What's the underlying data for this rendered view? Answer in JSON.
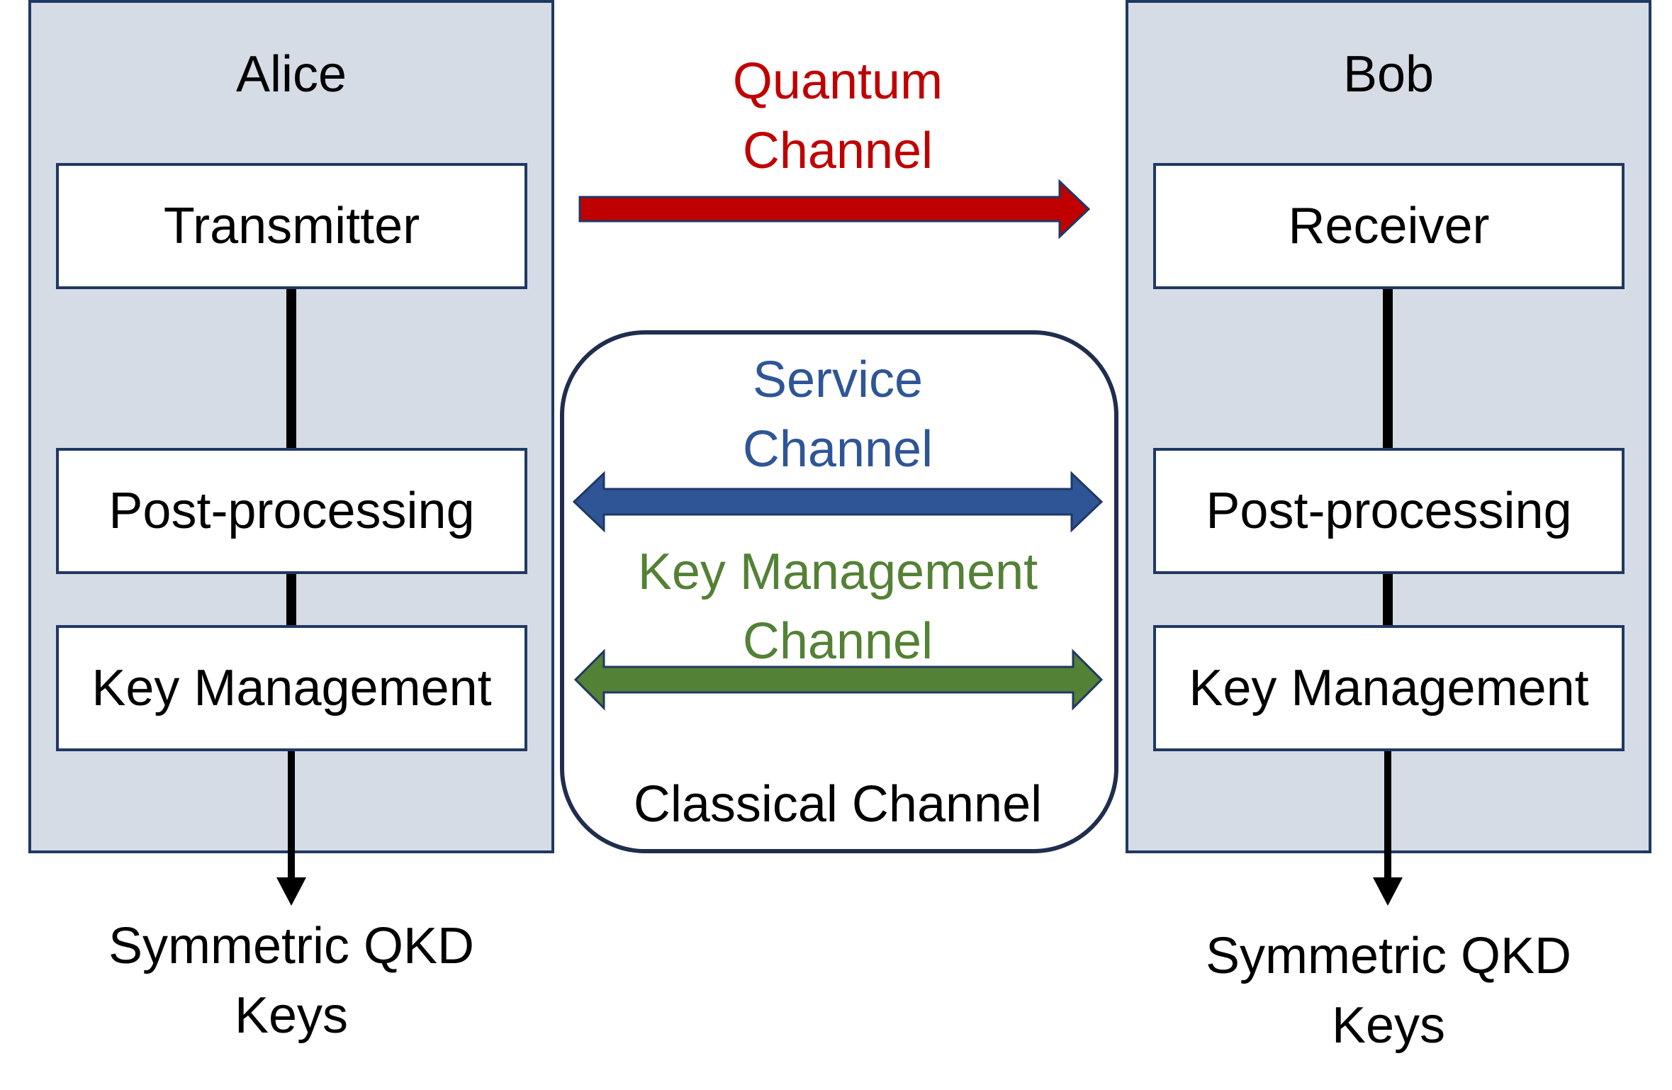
{
  "alice": {
    "title": "Alice",
    "transmitter": "Transmitter",
    "post_processing": "Post-processing",
    "key_management": "Key Management",
    "output_line1": "Symmetric QKD",
    "output_line2": "Keys"
  },
  "bob": {
    "title": "Bob",
    "receiver": "Receiver",
    "post_processing": "Post-processing",
    "key_management": "Key Management",
    "output_line1": "Symmetric QKD",
    "output_line2": "Keys"
  },
  "channels": {
    "quantum_line1": "Quantum",
    "quantum_line2": "Channel",
    "service_line1": "Service",
    "service_line2": "Channel",
    "key_mgmt_line1": "Key Management",
    "key_mgmt_line2": "Channel",
    "classical": "Classical Channel"
  },
  "colors": {
    "panel_fill": "#d6dce5",
    "border": "#203864",
    "quantum": "#c00000",
    "service": "#2f5597",
    "key_mgmt": "#538135"
  }
}
